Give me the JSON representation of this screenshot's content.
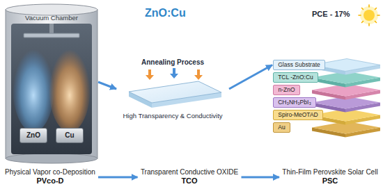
{
  "diagram": {
    "title": "ZnO:Cu",
    "nodes": [
      {
        "text": [
          "Vacuum Chamber"
        ]
      },
      {
        "text": [
          "ZnO"
        ],
        "in": 0
      },
      {
        "text": [
          "Cu"
        ],
        "in": 0
      },
      {
        "text": [
          "Annealing Process",
          "High Transparency & Conductivity"
        ]
      },
      {
        "text": [
          "Glass Substrate"
        ]
      },
      {
        "text": [
          "TCL -ZnO:Cu"
        ]
      },
      {
        "text": [
          "n-ZnO"
        ]
      },
      {
        "text": [
          "CH₃NH₃PbI₃"
        ]
      },
      {
        "text": [
          "Spiro-MeOTAD"
        ]
      },
      {
        "text": [
          "Au"
        ]
      },
      {
        "text": [
          "Physical Vapor co-Deposition",
          "PVco-D"
        ]
      },
      {
        "text": [
          "Transparent Conductive OXIDE",
          "TCO"
        ]
      },
      {
        "text": [
          "Thin-Film Perovskite Solar Cell",
          "PSC"
        ]
      }
    ],
    "edges": [
      {
        "from": 0,
        "to": 3,
        "arrow": "to"
      },
      {
        "from": 3,
        "to": 4,
        "arrow": "to"
      },
      {
        "from": 10,
        "to": 11,
        "arrow": "to"
      },
      {
        "from": 11,
        "to": 12,
        "arrow": "to"
      }
    ],
    "labels": [
      "PCE - 17%"
    ]
  }
}
